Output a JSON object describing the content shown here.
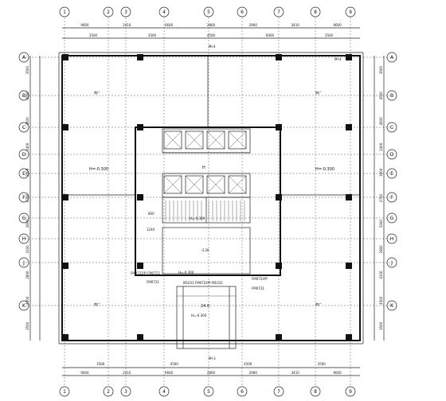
{
  "axes": {
    "top": [
      "1",
      "2",
      "3",
      "4",
      "5",
      "6",
      "7",
      "8",
      "9"
    ],
    "bottom": [
      "1",
      "2",
      "3",
      "4",
      "5",
      "6",
      "7",
      "8",
      "9"
    ],
    "left": [
      "A",
      "B",
      "C",
      "D",
      "E",
      "F",
      "G",
      "H",
      "J",
      "K"
    ],
    "right": [
      "A",
      "B",
      "C",
      "D",
      "E",
      "F",
      "G",
      "H",
      "J",
      "K"
    ]
  },
  "dims": {
    "top_outer": [
      "9000",
      "2410",
      "6640",
      "2800",
      "2960",
      "3410",
      "9000"
    ],
    "top_inner": [
      "3500",
      "3500",
      "4500",
      "6000",
      "3500"
    ],
    "bottom_outer": [
      "9000",
      "2410",
      "6640",
      "2800",
      "2960",
      "3410",
      "9000"
    ],
    "bottom_inner": [
      "3500",
      "4500",
      "4500",
      "3500"
    ],
    "left": [
      "3500",
      "4500",
      "3600",
      "2400",
      "3000",
      "2700",
      "2800",
      "4100",
      "2800",
      "4500",
      "3500"
    ],
    "right": [
      "3500",
      "4500",
      "4500",
      "2400",
      "3000",
      "2700",
      "3300",
      "2800",
      "4100",
      "4500",
      "3500"
    ]
  },
  "labels": {
    "top_mark": "MI-4",
    "bottom_mark": "MI-3",
    "left_elev": "H=-0.300",
    "right_elev": "H=-0.300",
    "corridor_elev": "H=-0.300",
    "lower_elev": "H=-0.300",
    "lobby_elev": "H=-0.300",
    "stair_elev": "-3.30",
    "lobby_name": "24.0",
    "room_h": "H",
    "door_left": "FM0721甲 FM0721",
    "door_mid": "M1031 FM0724甲 M1031",
    "door_right": "FM0724甲",
    "door_fm1": "FM0721",
    "door_fm2": "FM0721",
    "side_label": "1240",
    "side_label2": "800",
    "corner_tag": "MI-4",
    "room_tag": "南广",
    "room_tag2": "南广",
    "room_tag3": "南广",
    "room_tag4": "南广"
  }
}
